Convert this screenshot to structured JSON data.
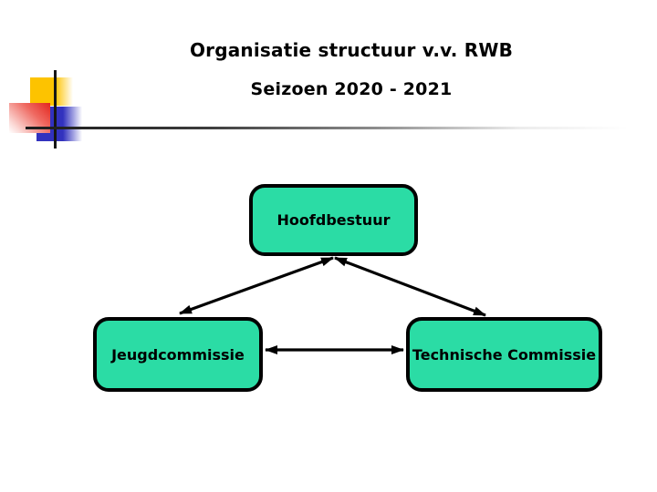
{
  "slide": {
    "title": "Organisatie structuur v.v. RWB",
    "subtitle": "Seizoen 2020 - 2021",
    "background": "#FFFFFF"
  },
  "decoration": {
    "yellow_square": "#FDC300",
    "red_square": "#E3251D",
    "blue_square": "#3232BE",
    "cross_lines": "#161616"
  },
  "diagram": {
    "node_fill": "#2BDCA5",
    "node_border": "#000000",
    "nodes": [
      {
        "id": "hoofdbestuur",
        "label": "Hoofdbestuur"
      },
      {
        "id": "jeugdcommissie",
        "label": "Jeugdcommissie"
      },
      {
        "id": "technische-commissie",
        "label": "Technische Commissie"
      }
    ],
    "edges": [
      {
        "from": "hoofdbestuur",
        "to": "jeugdcommissie",
        "arrows": "both"
      },
      {
        "from": "hoofdbestuur",
        "to": "technische-commissie",
        "arrows": "both"
      },
      {
        "from": "jeugdcommissie",
        "to": "technische-commissie",
        "arrows": "both"
      }
    ]
  }
}
